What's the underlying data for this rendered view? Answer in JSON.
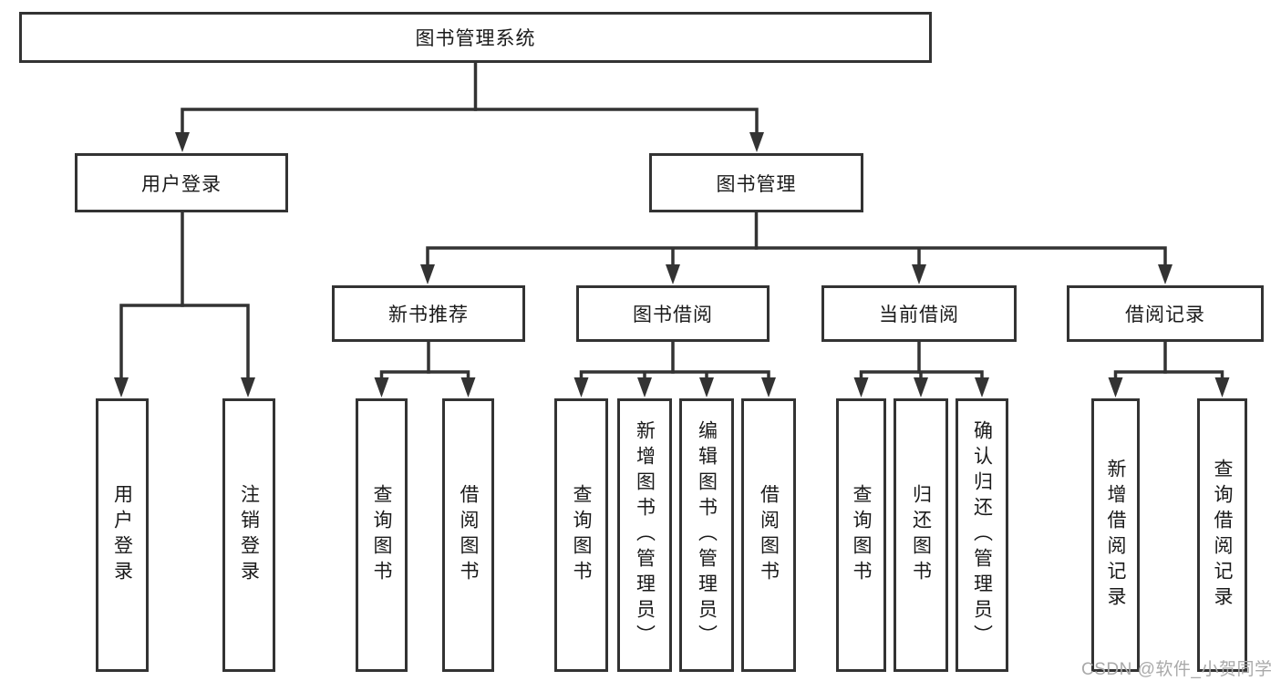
{
  "diagram": {
    "root": "图书管理系统",
    "branches": {
      "user_login": "用户登录",
      "book_mgmt": "图书管理"
    },
    "modules": {
      "new_book_rec": "新书推荐",
      "book_borrow": "图书借阅",
      "current_borrow": "当前借阅",
      "borrow_record": "借阅记录"
    },
    "leaves": {
      "user_login_1": "用户登录",
      "user_login_2": "注销登录",
      "new_book_rec_1": "查询图书",
      "new_book_rec_2": "借阅图书",
      "book_borrow_1": "查询图书",
      "book_borrow_2": "新增图书（管理员）",
      "book_borrow_3": "编辑图书（管理员）",
      "book_borrow_4": "借阅图书",
      "current_borrow_1": "查询图书",
      "current_borrow_2": "归还图书",
      "current_borrow_3": "确认归还（管理员）",
      "borrow_record_1": "新增借阅记录",
      "borrow_record_2": "查询借阅记录"
    }
  },
  "watermark": "CSDN @软件_小贺同学",
  "colors": {
    "line": "#333333",
    "text": "#1a1a1a",
    "watermark": "#a9a9a9",
    "background": "#ffffff"
  }
}
